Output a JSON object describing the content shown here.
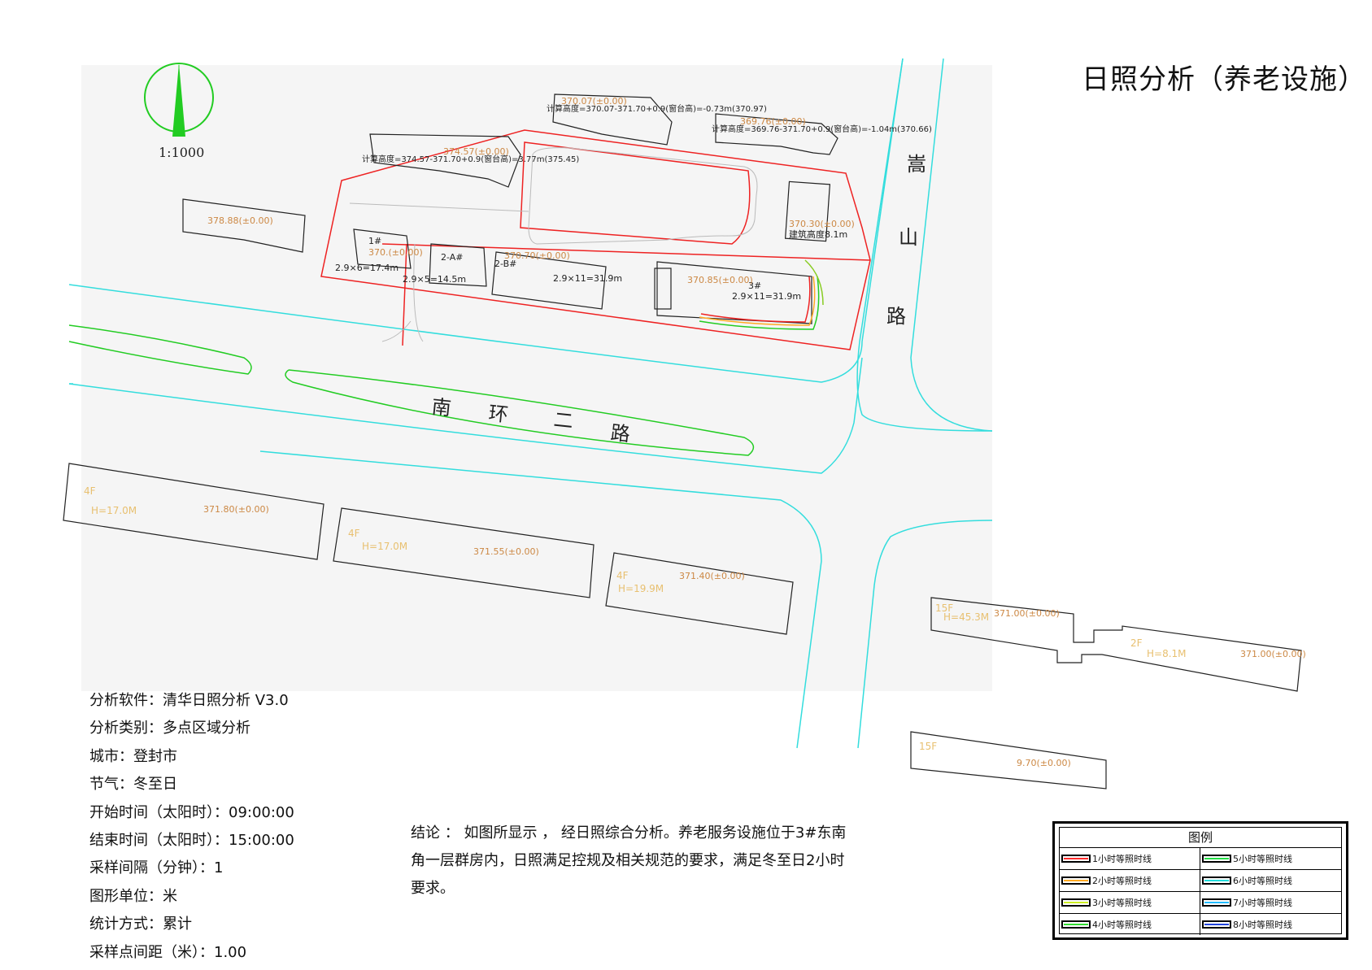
{
  "title": "日照分析（养老设施）",
  "scale": "1:1000",
  "roads": {
    "north_south": [
      "嵩",
      "山",
      "路"
    ],
    "east_west": [
      "南",
      "环",
      "二",
      "路"
    ]
  },
  "buildings": {
    "north_1_label": "370.07(±0.00)",
    "north_1_calc": "计算高度=370.07-371.70+0.9(窗台高)=-0.73m(370.97)",
    "north_2_label": "369.76(±0.00)",
    "north_2_calc": "计算高度=369.76-371.70+0.9(窗台高)=-1.04m(370.66)",
    "north_3_label": "374.57(±0.00)",
    "north_3_calc": "计算高度=374.57-371.70+0.9(窗台高)=3.77m(375.45)",
    "west_label": "378.88(±0.00)",
    "east_small_label": "370.30(±0.00)",
    "east_small_height": "建筑高度8.1m",
    "b1_id": "1#",
    "b1_label": "370.(±0.00)",
    "b1_calc": "2.9×6=17.4m",
    "b2_id": "2-A#",
    "b2_calc": "2.9×5=14.5m",
    "b2b_id": "2-B#",
    "b2b_label": "370.70(±0.00)",
    "b2b_calc": "2.9×11=31.9m",
    "b3_id": "3#",
    "b3_label": "370.85(±0.00)",
    "b3_calc": "2.9×11=31.9m",
    "s1_floors": "4F",
    "s1_height": "H=17.0M",
    "s1_label": "371.80(±0.00)",
    "s2_floors": "4F",
    "s2_height": "H=17.0M",
    "s2_label": "371.55(±0.00)",
    "s3_floors": "4F",
    "s3_height": "H=19.9M",
    "s3_label": "371.40(±0.00)",
    "se1_floors": "15F",
    "se1_height": "H=45.3M",
    "se1_label": "371.00(±0.00)",
    "se2_floors": "2F",
    "se2_height": "H=8.1M",
    "se2_label": "371.00(±0.00)",
    "se3_floors": "15F",
    "se3_label": "9.70(±0.00)"
  },
  "params": [
    "分析软件：清华日照分析 V3.0",
    "分析类别：多点区域分析",
    "城市：登封市",
    "节气：冬至日",
    "开始时间（太阳时）：09:00:00",
    "结束时间（太阳时）：15:00:00",
    "采样间隔（分钟）：1",
    "图形单位：米",
    "统计方式：累计",
    "采样点间距（米）：1.00"
  ],
  "conclusion": "结论 ： 如图所显示 ， 经日照综合分析。养老服务设施位于3#东南角一层群房内，日照满足控规及相关规范的要求，满足冬至日2小时要求。",
  "legend": {
    "title": "图例",
    "items": [
      {
        "label": "1小时等照时线",
        "color": "#ff2a2a"
      },
      {
        "label": "5小时等照时线",
        "color": "#22dd44"
      },
      {
        "label": "2小时等照时线",
        "color": "#ffaa22"
      },
      {
        "label": "6小时等照时线",
        "color": "#22dddd"
      },
      {
        "label": "3小时等照时线",
        "color": "#ccee22"
      },
      {
        "label": "7小时等照时线",
        "color": "#22bbff"
      },
      {
        "label": "4小时等照时线",
        "color": "#33dd33"
      },
      {
        "label": "8小时等照时线",
        "color": "#2244dd"
      }
    ]
  },
  "colors": {
    "road": "#33dddd",
    "median": "#22cc22",
    "site": "#ee2222",
    "label": "#cc8844",
    "floor_label": "#e8c070",
    "compass": "#22cc22"
  }
}
